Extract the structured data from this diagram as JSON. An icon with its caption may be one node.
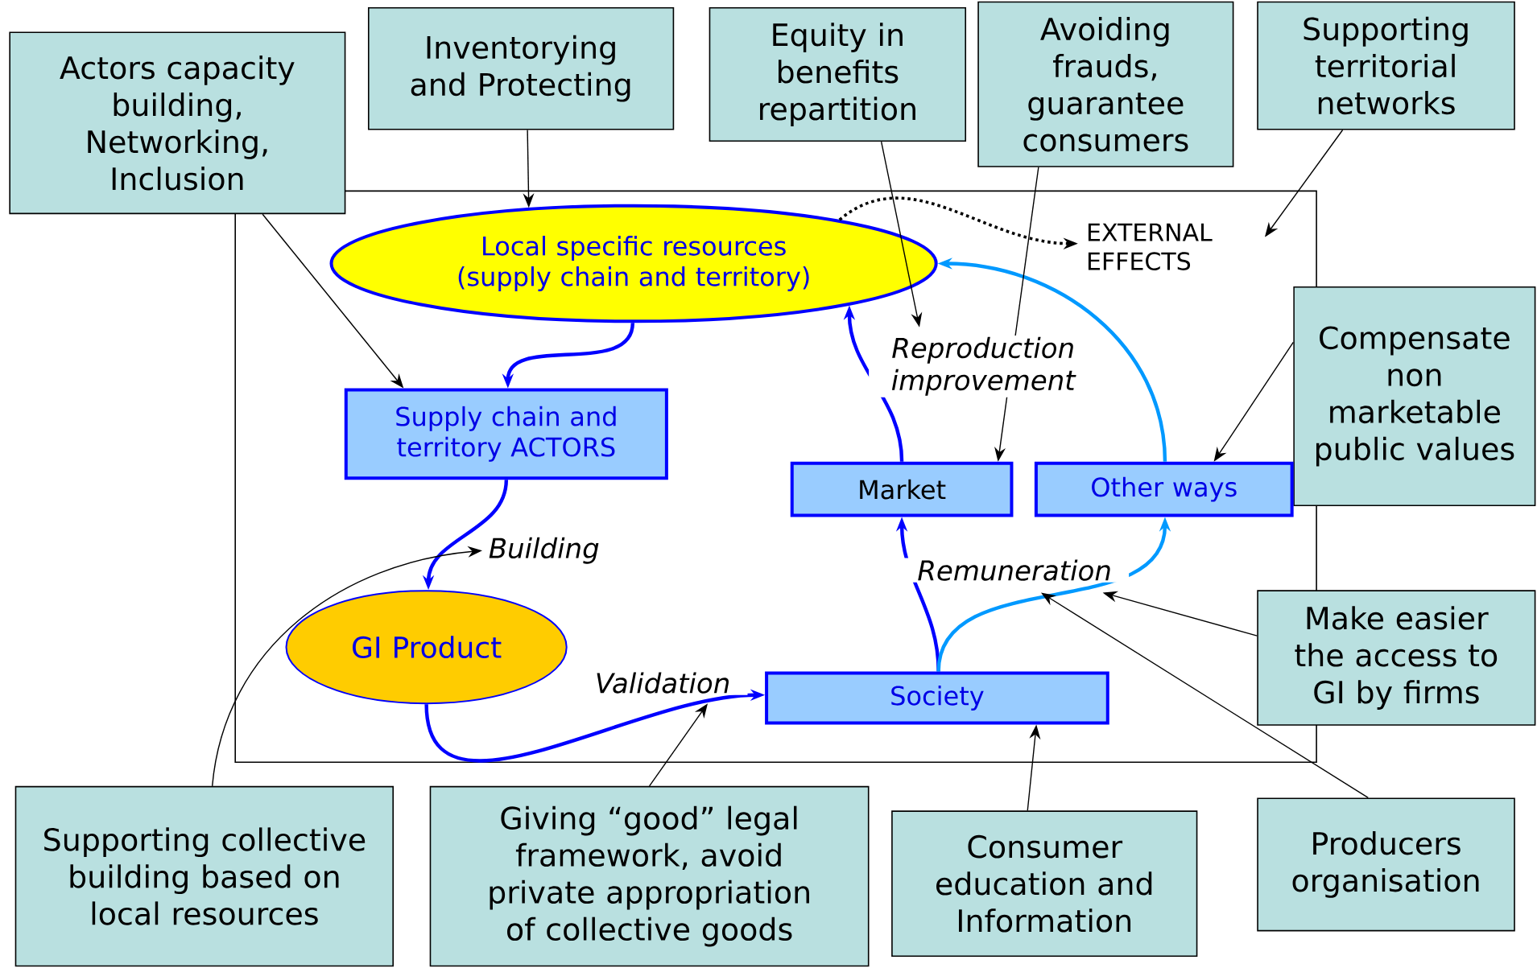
{
  "diagram": {
    "nodes": [
      {
        "text": [
          "Actors capacity building, Networking, Inclusion"
        ]
      },
      {
        "text": [
          "Inventorying and Protecting"
        ]
      },
      {
        "text": [
          "Equity in benefits repartition"
        ]
      },
      {
        "text": [
          "Avoiding frauds, guarantee consumers"
        ]
      },
      {
        "text": [
          "Supporting territorial networks"
        ]
      },
      {
        "text": [
          "Local specific resources (supply chain and territory)"
        ]
      },
      {
        "text": [
          "EXTERNAL EFFECTS"
        ]
      },
      {
        "text": [
          "Compensate non marketable public values"
        ]
      },
      {
        "text": [
          "Supply chain and territory ACTORS"
        ]
      },
      {
        "text": [
          "Market"
        ]
      },
      {
        "text": [
          "Other ways"
        ]
      },
      {
        "text": [
          "GI Product"
        ]
      },
      {
        "text": [
          "Make easier the access to GI by firms"
        ]
      },
      {
        "text": [
          "Society"
        ]
      },
      {
        "text": [
          "Supporting collective building based on local resources"
        ]
      },
      {
        "text": [
          "Giving “good” legal framework, avoid private appropriation of collective goods"
        ]
      },
      {
        "text": [
          "Consumer education and Information"
        ]
      },
      {
        "text": [
          "Producers organisation"
        ]
      }
    ],
    "edges": [
      {
        "from": 5,
        "to": 8,
        "arrow": "to",
        "style": "thick",
        "color": "#0000ff"
      },
      {
        "from": 8,
        "to": 11,
        "arrow": "to",
        "style": "thick",
        "color": "#0000ff",
        "label": "Building"
      },
      {
        "from": 11,
        "to": 13,
        "arrow": "to",
        "style": "thick",
        "color": "#0000ff",
        "label": "Validation"
      },
      {
        "from": 13,
        "to": 9,
        "arrow": "to",
        "style": "thick",
        "color": "#0000ff",
        "label": "Remuneration"
      },
      {
        "from": 13,
        "to": 10,
        "arrow": "to",
        "style": "thick",
        "color": "#0099ff"
      },
      {
        "from": 9,
        "to": 5,
        "arrow": "to",
        "style": "thick",
        "color": "#0000ff",
        "label": "Reproduction improvement"
      },
      {
        "from": 10,
        "to": 5,
        "arrow": "to",
        "style": "thick",
        "color": "#0099ff"
      },
      {
        "from": 5,
        "to": 6,
        "arrow": "to",
        "style": "dashed"
      },
      {
        "from": 0,
        "to": 8,
        "arrow": "to"
      },
      {
        "from": 1,
        "to": 5,
        "arrow": "to"
      },
      {
        "from": 2,
        "to": null,
        "arrow": "to"
      },
      {
        "from": 3,
        "to": 9,
        "arrow": "to"
      },
      {
        "from": 4,
        "to": 6,
        "arrow": "to"
      },
      {
        "from": 7,
        "to": 10,
        "arrow": "to"
      },
      {
        "from": 12,
        "to": null,
        "arrow": "to"
      },
      {
        "from": 17,
        "to": null,
        "arrow": "to"
      },
      {
        "from": 16,
        "to": 13,
        "arrow": "to"
      },
      {
        "from": 15,
        "to": null,
        "arrow": "to"
      },
      {
        "from": 14,
        "to": null,
        "arrow": "to"
      }
    ]
  }
}
